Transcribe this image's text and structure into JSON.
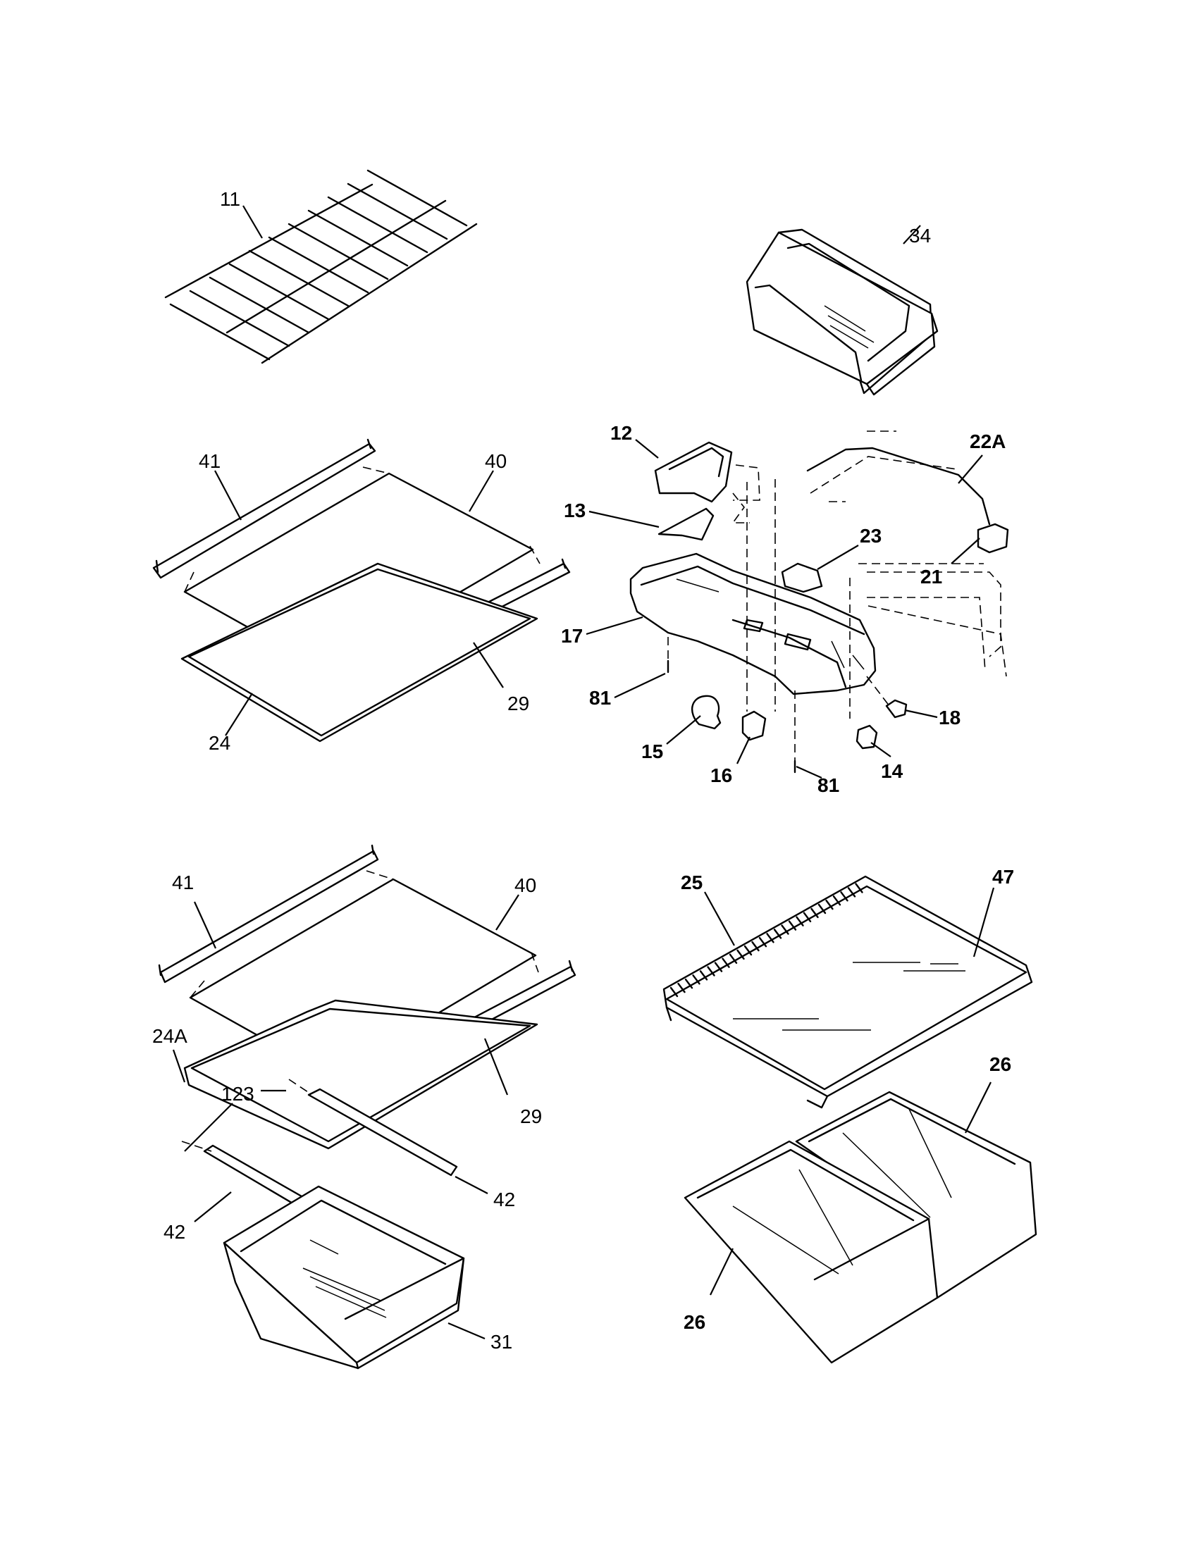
{
  "callouts": {
    "c11": "11",
    "c34": "34",
    "c41a": "41",
    "c40a": "40",
    "c29a": "29",
    "c24": "24",
    "c12": "12",
    "c13": "13",
    "c17": "17",
    "c81a": "81",
    "c15": "15",
    "c16": "16",
    "c81b": "81",
    "c14": "14",
    "c18": "18",
    "c21": "21",
    "c23": "23",
    "c22A": "22A",
    "c41b": "41",
    "c40b": "40",
    "c24A": "24A",
    "c123": "123",
    "c29b": "29",
    "c42a": "42",
    "c42b": "42",
    "c31": "31",
    "c25": "25",
    "c47": "47",
    "c26a": "26",
    "c26b": "26"
  }
}
